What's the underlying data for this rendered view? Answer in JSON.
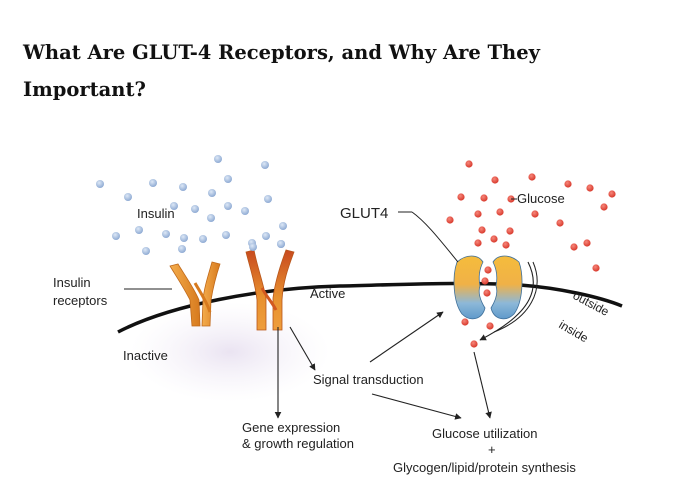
{
  "article": {
    "title": "What Are GLUT-4 Receptors, and Why Are They Important?"
  },
  "diagram": {
    "labels": {
      "insulin": "Insulin",
      "glut4": "GLUT4",
      "glucose": "Glucose",
      "insulin_receptors_line1": "Insulin",
      "insulin_receptors_line2": "receptors",
      "active": "Active",
      "inactive": "Inactive",
      "outside": "outside",
      "inside": "inside",
      "signal_transduction": "Signal transduction",
      "gene_expression_line1": "Gene expression",
      "gene_expression_line2": "& growth regulation",
      "glucose_utilization": "Glucose utilization",
      "plus": "+",
      "synthesis": "Glycogen/lipid/protein synthesis"
    },
    "colors": {
      "insulin_dot": "#a9bfdd",
      "glucose_dot": "#e0493c",
      "membrane": "#111111",
      "receptor": "#e8912f",
      "glut4_top": "#f2b43a",
      "glut4_bottom": "#6ea5d6"
    }
  }
}
